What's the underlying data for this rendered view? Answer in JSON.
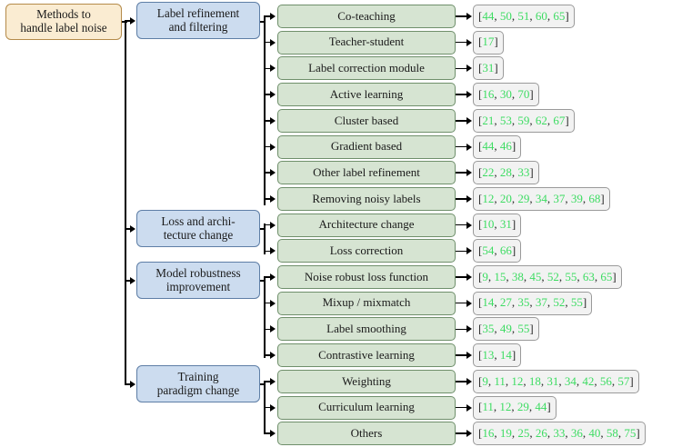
{
  "diagram": {
    "title": "Methods to handle label noise taxonomy",
    "type": "tree",
    "colors": {
      "root_fill": "#faecd2",
      "root_border": "#b58b4a",
      "category_fill": "#ccdcef",
      "category_border": "#5e7ea6",
      "leaf_fill": "#d6e4d2",
      "leaf_border": "#6f8f6b",
      "reference_fill": "#f2f2f2",
      "reference_border": "#9a9a9a",
      "reference_text": "#3ddc62",
      "connector": "#000000"
    }
  },
  "root": {
    "line1": "Methods to",
    "line2": "handle label noise"
  },
  "categories": [
    {
      "line1": "Label refinement",
      "line2": "and filtering"
    },
    {
      "line1": "Loss and archi-",
      "line2": "tecture change"
    },
    {
      "line1": "Model robustness",
      "line2": "improvement"
    },
    {
      "line1": "Training",
      "line2": "paradigm change"
    }
  ],
  "leaves": [
    {
      "label": "Co-teaching",
      "refs": "[44, 50, 51, 60, 65]"
    },
    {
      "label": "Teacher-student",
      "refs": "[17]"
    },
    {
      "label": "Label correction module",
      "refs": "[31]"
    },
    {
      "label": "Active learning",
      "refs": "[16, 30, 70]"
    },
    {
      "label": "Cluster based",
      "refs": "[21, 53, 59, 62, 67]"
    },
    {
      "label": "Gradient based",
      "refs": "[44, 46]"
    },
    {
      "label": "Other label refinement",
      "refs": "[22, 28, 33]"
    },
    {
      "label": "Removing noisy labels",
      "refs": "[12, 20, 29, 34, 37, 39, 68]"
    },
    {
      "label": "Architecture change",
      "refs": "[10, 31]"
    },
    {
      "label": "Loss correction",
      "refs": "[54, 66]"
    },
    {
      "label": "Noise robust loss function",
      "refs": "[9, 15, 38, 45, 52, 55, 63, 65]"
    },
    {
      "label": "Mixup / mixmatch",
      "refs": "[14, 27, 35, 37, 52, 55]"
    },
    {
      "label": "Label smoothing",
      "refs": "[35, 49, 55]"
    },
    {
      "label": "Contrastive learning",
      "refs": "[13, 14]"
    },
    {
      "label": "Weighting",
      "refs": "[9, 11, 12, 18, 31, 34, 42, 56, 57]"
    },
    {
      "label": "Curriculum learning",
      "refs": "[11, 12, 29, 44]"
    },
    {
      "label": "Others",
      "refs": "[16, 19, 25, 26, 33, 36, 40, 58, 75]"
    }
  ]
}
